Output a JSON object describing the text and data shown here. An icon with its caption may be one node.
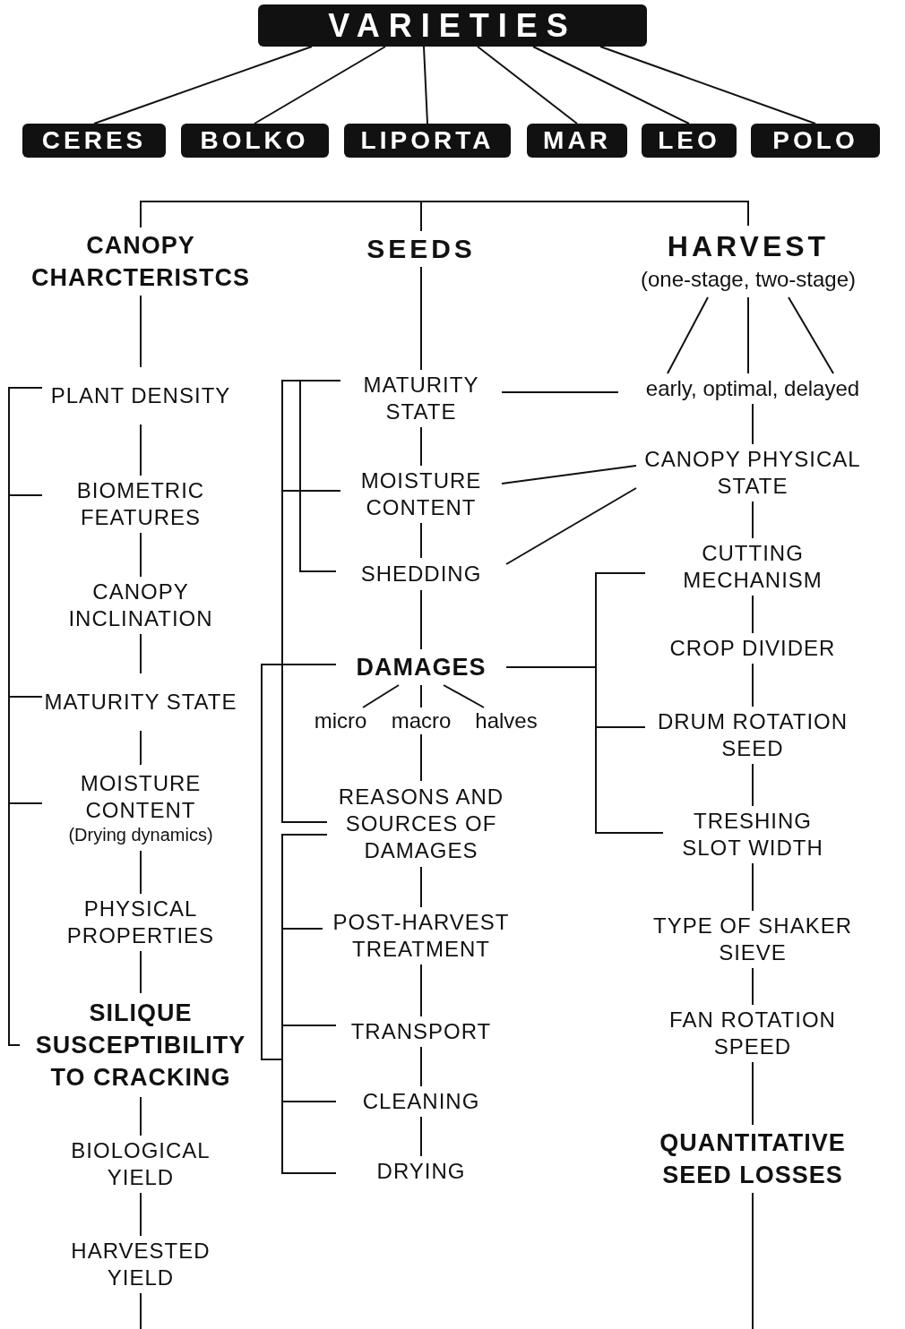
{
  "diagram": {
    "nodes": [
      {
        "text": [
          "VARIETIES"
        ]
      },
      {
        "text": [
          "CERES"
        ]
      },
      {
        "text": [
          "BOLKO"
        ]
      },
      {
        "text": [
          "LIPORTA"
        ]
      },
      {
        "text": [
          "MAR"
        ]
      },
      {
        "text": [
          "LEO"
        ]
      },
      {
        "text": [
          "POLO"
        ]
      },
      {
        "text": [
          "CANOPY CHARCTERISTCS"
        ]
      },
      {
        "text": [
          "SEEDS"
        ]
      },
      {
        "text": [
          "HARVEST",
          "(one-stage, two-stage)"
        ]
      },
      {
        "text": [
          "PLANT DENSITY"
        ]
      },
      {
        "text": [
          "BIOMETRIC FEATURES"
        ]
      },
      {
        "text": [
          "CANOPY INCLINATION"
        ]
      },
      {
        "text": [
          "MATURITY STATE"
        ]
      },
      {
        "text": [
          "MOISTURE CONTENT",
          "(Drying dynamics)"
        ]
      },
      {
        "text": [
          "PHYSICAL PROPERTIES"
        ]
      },
      {
        "text": [
          "SILIQUE SUSCEPTIBILITY TO CRACKING"
        ]
      },
      {
        "text": [
          "BIOLOGICAL YIELD"
        ]
      },
      {
        "text": [
          "HARVESTED YIELD"
        ]
      },
      {
        "text": [
          "MATURITY STATE"
        ]
      },
      {
        "text": [
          "MOISTURE CONTENT"
        ]
      },
      {
        "text": [
          "SHEDDING"
        ]
      },
      {
        "text": [
          "DAMAGES"
        ]
      },
      {
        "text": [
          "micro"
        ]
      },
      {
        "text": [
          "macro"
        ]
      },
      {
        "text": [
          "halves"
        ]
      },
      {
        "text": [
          "REASONS AND SOURCES OF DAMAGES"
        ]
      },
      {
        "text": [
          "POST-HARVEST TREATMENT"
        ]
      },
      {
        "text": [
          "TRANSPORT"
        ]
      },
      {
        "text": [
          "CLEANING"
        ]
      },
      {
        "text": [
          "DRYING"
        ]
      },
      {
        "text": [
          "early, optimal, delayed"
        ]
      },
      {
        "text": [
          "CANOPY PHYSICAL STATE"
        ]
      },
      {
        "text": [
          "CUTTING MECHANISM"
        ]
      },
      {
        "text": [
          "CROP DIVIDER"
        ]
      },
      {
        "text": [
          "DRUM ROTATION SEED"
        ]
      },
      {
        "text": [
          "TRESHING SLOT WIDTH"
        ]
      },
      {
        "text": [
          "TYPE OF SHAKER SIEVE"
        ]
      },
      {
        "text": [
          "FAN ROTATION SPEED"
        ]
      },
      {
        "text": [
          "QUANTITATIVE SEED LOSSES"
        ]
      }
    ],
    "edges": [
      {
        "from": 0,
        "to": 1,
        "arrow": "none"
      },
      {
        "from": 0,
        "to": 2,
        "arrow": "none"
      },
      {
        "from": 0,
        "to": 3,
        "arrow": "none"
      },
      {
        "from": 0,
        "to": 4,
        "arrow": "none"
      },
      {
        "from": 0,
        "to": 5,
        "arrow": "none"
      },
      {
        "from": 0,
        "to": 6,
        "arrow": "none"
      },
      {
        "from": 7,
        "to": 8,
        "arrow": "none"
      },
      {
        "from": 8,
        "to": 9,
        "arrow": "none"
      },
      {
        "from": 7,
        "to": 10,
        "arrow": "none"
      },
      {
        "from": 10,
        "to": 11,
        "arrow": "none"
      },
      {
        "from": 11,
        "to": 12,
        "arrow": "none"
      },
      {
        "from": 12,
        "to": 13,
        "arrow": "none"
      },
      {
        "from": 13,
        "to": 14,
        "arrow": "none"
      },
      {
        "from": 14,
        "to": 15,
        "arrow": "none"
      },
      {
        "from": 15,
        "to": 16,
        "arrow": "none"
      },
      {
        "from": 16,
        "to": 17,
        "arrow": "none"
      },
      {
        "from": 17,
        "to": 18,
        "arrow": "none"
      },
      {
        "from": 18,
        "to": null,
        "arrow": "none"
      },
      {
        "from": 10,
        "to": 16,
        "arrow": "none"
      },
      {
        "from": 11,
        "to": 16,
        "arrow": "none"
      },
      {
        "from": 13,
        "to": 16,
        "arrow": "none"
      },
      {
        "from": 14,
        "to": 16,
        "arrow": "none"
      },
      {
        "from": 8,
        "to": 19,
        "arrow": "none"
      },
      {
        "from": 19,
        "to": 20,
        "arrow": "none"
      },
      {
        "from": 20,
        "to": 21,
        "arrow": "none"
      },
      {
        "from": 21,
        "to": 22,
        "arrow": "none"
      },
      {
        "from": 22,
        "to": 23,
        "arrow": "none"
      },
      {
        "from": 22,
        "to": 24,
        "arrow": "none"
      },
      {
        "from": 22,
        "to": 25,
        "arrow": "none"
      },
      {
        "from": 24,
        "to": 26,
        "arrow": "none"
      },
      {
        "from": 26,
        "to": 27,
        "arrow": "none"
      },
      {
        "from": 27,
        "to": 28,
        "arrow": "none"
      },
      {
        "from": 28,
        "to": 29,
        "arrow": "none"
      },
      {
        "from": 29,
        "to": 30,
        "arrow": "none"
      },
      {
        "from": 19,
        "to": 20,
        "arrow": "none"
      },
      {
        "from": 20,
        "to": 21,
        "arrow": "none"
      },
      {
        "from": 19,
        "to": 26,
        "arrow": "none"
      },
      {
        "from": 20,
        "to": 26,
        "arrow": "none"
      },
      {
        "from": 22,
        "to": 26,
        "arrow": "none"
      },
      {
        "from": 22,
        "to": 27,
        "arrow": "none"
      },
      {
        "from": 22,
        "to": 28,
        "arrow": "none"
      },
      {
        "from": 22,
        "to": 29,
        "arrow": "none"
      },
      {
        "from": 22,
        "to": 30,
        "arrow": "none"
      },
      {
        "from": 9,
        "to": 31,
        "arrow": "none"
      },
      {
        "from": 9,
        "to": 31,
        "arrow": "none"
      },
      {
        "from": 9,
        "to": 31,
        "arrow": "none"
      },
      {
        "from": 31,
        "to": 32,
        "arrow": "none"
      },
      {
        "from": 32,
        "to": 33,
        "arrow": "none"
      },
      {
        "from": 33,
        "to": 34,
        "arrow": "none"
      },
      {
        "from": 34,
        "to": 35,
        "arrow": "none"
      },
      {
        "from": 35,
        "to": 36,
        "arrow": "none"
      },
      {
        "from": 36,
        "to": 37,
        "arrow": "none"
      },
      {
        "from": 37,
        "to": 38,
        "arrow": "none"
      },
      {
        "from": 38,
        "to": 39,
        "arrow": "none"
      },
      {
        "from": 39,
        "to": null,
        "arrow": "none"
      },
      {
        "from": 19,
        "to": 31,
        "arrow": "none"
      },
      {
        "from": 20,
        "to": 32,
        "arrow": "none"
      },
      {
        "from": 21,
        "to": 32,
        "arrow": "none"
      },
      {
        "from": 22,
        "to": 33,
        "arrow": "none"
      },
      {
        "from": 22,
        "to": 35,
        "arrow": "none"
      },
      {
        "from": 22,
        "to": 36,
        "arrow": "none"
      }
    ]
  }
}
